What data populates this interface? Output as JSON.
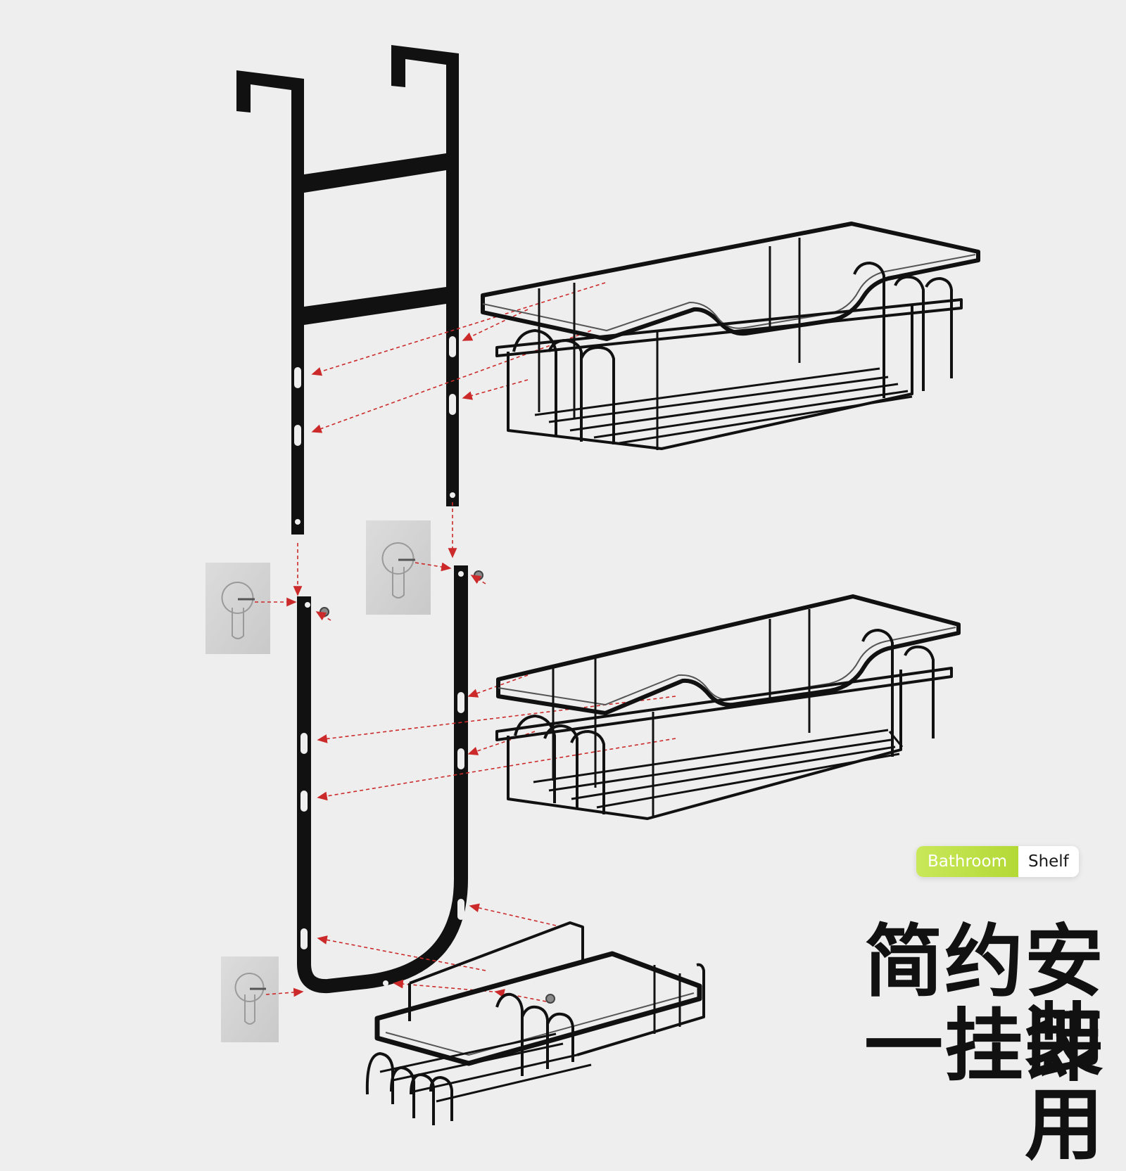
{
  "badge": {
    "part1": "Bathroom",
    "part2": "Shelf"
  },
  "headline": {
    "line1": "简约安装",
    "line2": "一挂即用"
  },
  "colors": {
    "metal": "#111111",
    "arrow": "#cc2a2a",
    "hook_plate": "#d6d6d6",
    "accent": "#c1e03f",
    "background": "#eeeeee"
  }
}
